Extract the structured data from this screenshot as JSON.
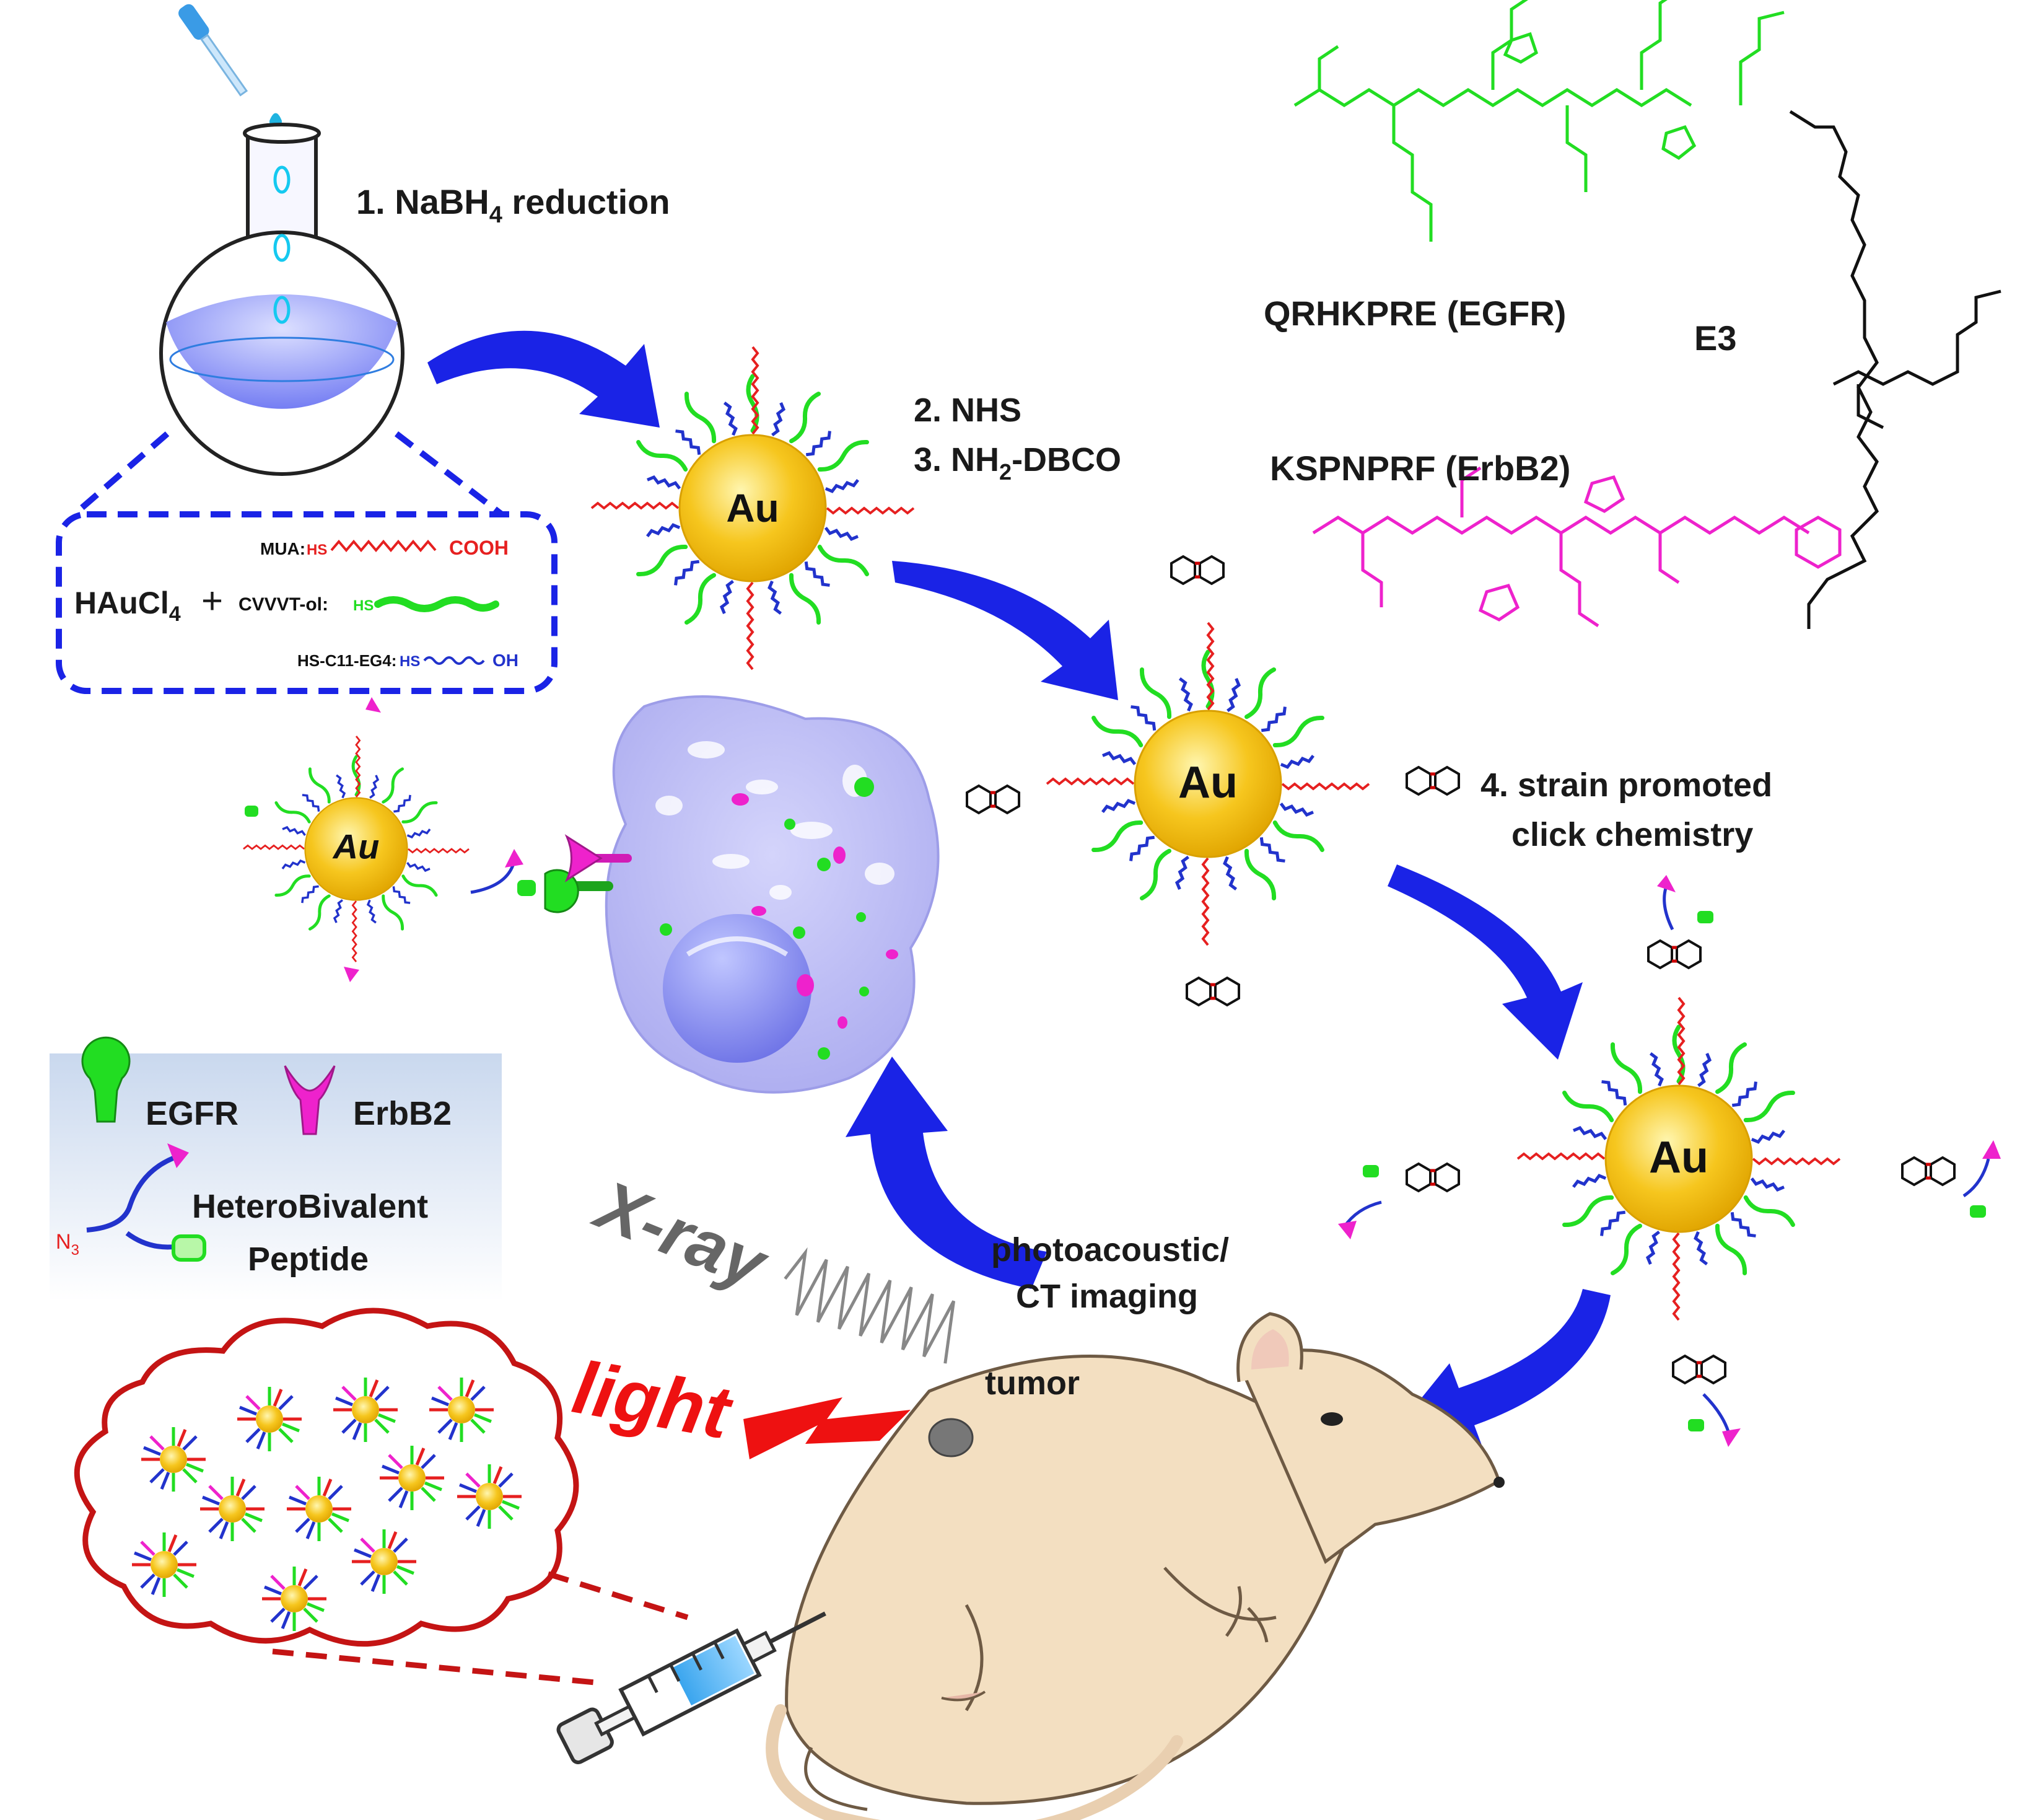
{
  "steps": {
    "step1": "1. NaBH",
    "step1_sub": "4",
    "step1_tail": " reduction",
    "step2": "2. NHS",
    "step3": "3. NH",
    "step3_sub": "2",
    "step3_tail": "-DBCO",
    "step4_line1": "4. strain promoted",
    "step4_line2": "click chemistry"
  },
  "reagents": {
    "haucl4": "HAuCl",
    "haucl4_sub": "4",
    "plus": "+",
    "mua_label": "MUA:",
    "mua_hs": "HS",
    "mua_tail": "COOH",
    "cvvvt_label": "CVVVT-ol:",
    "cvvvt_hs": "HS",
    "eg4_label": "HS-C11-EG4:",
    "eg4_hs": "HS",
    "eg4_tail": "OH"
  },
  "peptides": {
    "egfr_peptide": "QRHKPRE (EGFR)",
    "erbb2_peptide": "KSPNPRF (ErbB2)",
    "linker": "E3"
  },
  "nanoparticle": {
    "core_label": "Au"
  },
  "legend": {
    "egfr": "EGFR",
    "erbb2": "ErbB2",
    "azide": "N",
    "azide_sub": "3",
    "hetero_line1": "HeteroBivalent",
    "hetero_line2": "Peptide"
  },
  "imaging": {
    "xray": "X-ray",
    "light": "light",
    "modality_line1": "photoacoustic/",
    "modality_line2": "CT imaging",
    "tumor": "tumor"
  },
  "colors": {
    "arrow": "#1a23e6",
    "gold": "#f4c21a",
    "egfr_green": "#22dd22",
    "erbb2_magenta": "#ee22cc",
    "mua_red": "#e62020",
    "eg4_blue": "#2233cc",
    "cloud_red": "#c41414"
  }
}
